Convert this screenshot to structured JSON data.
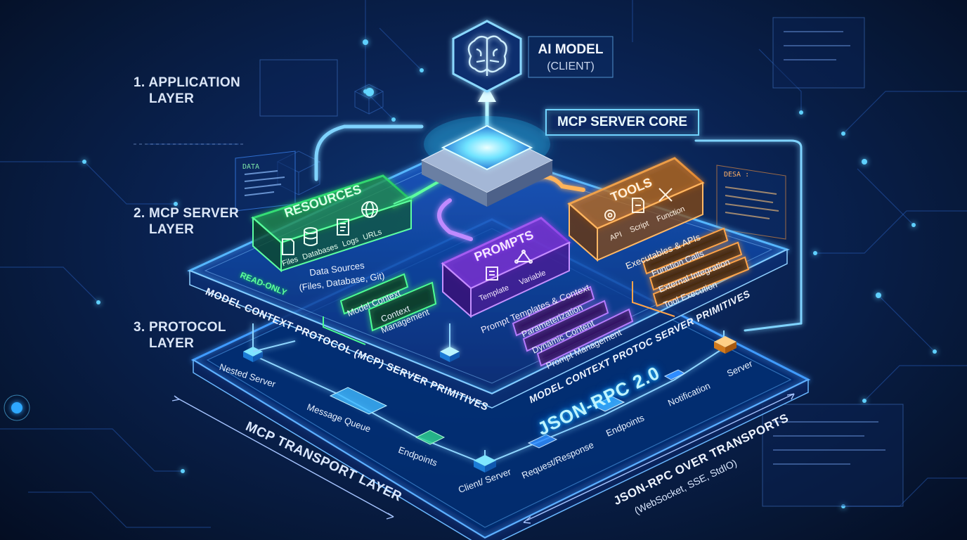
{
  "layers": [
    {
      "label": "1. APPLICATION",
      "label2": "LAYER"
    },
    {
      "label": "2. MCP SERVER",
      "label2": "LAYER"
    },
    {
      "label": "3. PROTOCOL",
      "label2": "LAYER"
    }
  ],
  "ai_model": {
    "title": "AI MODEL",
    "subtitle": "(CLIENT)"
  },
  "core": {
    "title": "MCP SERVER CORE"
  },
  "resources": {
    "title": "RESOURCES",
    "icons": [
      "Files",
      "Databases",
      "Logs",
      "URLs"
    ],
    "badge": "READ-ONLY",
    "desc": "Data Sources",
    "desc2": "(Files, Database, Git)",
    "tags": [
      "Model Context",
      "Context",
      "Management"
    ]
  },
  "prompts": {
    "title": "PROMPTS",
    "icons": [
      "Template",
      "Variable"
    ],
    "desc": "Prompt Templates & Context",
    "tags": [
      "Parameterization",
      "Dynamic Content",
      "Prompt Management"
    ]
  },
  "tools": {
    "title": "TOOLS",
    "icons": [
      "API",
      "Script",
      "Function"
    ],
    "desc": "Executables & APIs",
    "tags": [
      "Function Calls",
      "External Integration",
      "Tool Execution"
    ]
  },
  "platform": {
    "left_caption": "MODEL CONTEXT PROTOCOL (MCP) SERVER PRIMITIVES",
    "right_caption": "MODEL CONTEXT PROTOC  SERVER PRIMITIVES"
  },
  "transport": {
    "title": "JSON-RPC 2.0",
    "left_caption": "MCP TRANSPORT LAYER",
    "right_caption": "JSON-RPC OVER TRANSPORTS",
    "right_caption2": "(WebSocket, SSE, StdIO)",
    "nodes": [
      "Nested Server",
      "Message Queue",
      "Endpoints",
      "Client/ Server",
      "Request/Response",
      "Endpoints",
      "Notification",
      "Server"
    ]
  },
  "side_panels": {
    "left_title": "DATA",
    "right_title": "DESA :"
  },
  "colors": {
    "resources": "#2ee86a",
    "prompts": "#a04bff",
    "tools": "#ff9a2e",
    "core": "#36d2ff",
    "transport": "#3d8bff"
  }
}
